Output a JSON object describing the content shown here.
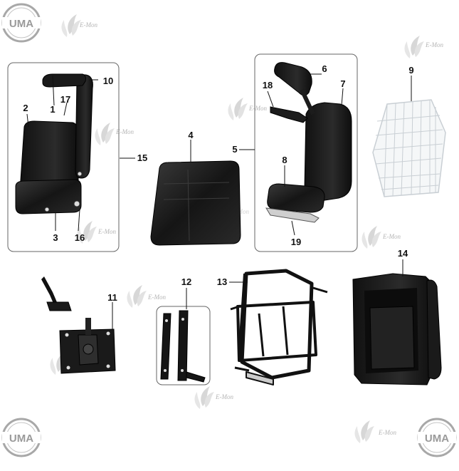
{
  "logo": {
    "text": "UMA"
  },
  "watermark": {
    "text": "E-Mon"
  },
  "callouts": {
    "c1": "1",
    "c2": "2",
    "c3": "3",
    "c4": "4",
    "c5": "5",
    "c6": "6",
    "c7": "7",
    "c8": "8",
    "c9": "9",
    "c10": "10",
    "c11": "11",
    "c12": "12",
    "c13": "13",
    "c14": "14",
    "c15": "15",
    "c16": "16",
    "c17": "17",
    "c18": "18",
    "c19": "19"
  },
  "colors": {
    "part": "#1b1b1b",
    "part_edge": "#3a3a3a",
    "highlight": "#5a5a5a",
    "logo": "#9a9a9a",
    "watermark": "#b5b5b5",
    "grid": "#c9cfd4"
  }
}
